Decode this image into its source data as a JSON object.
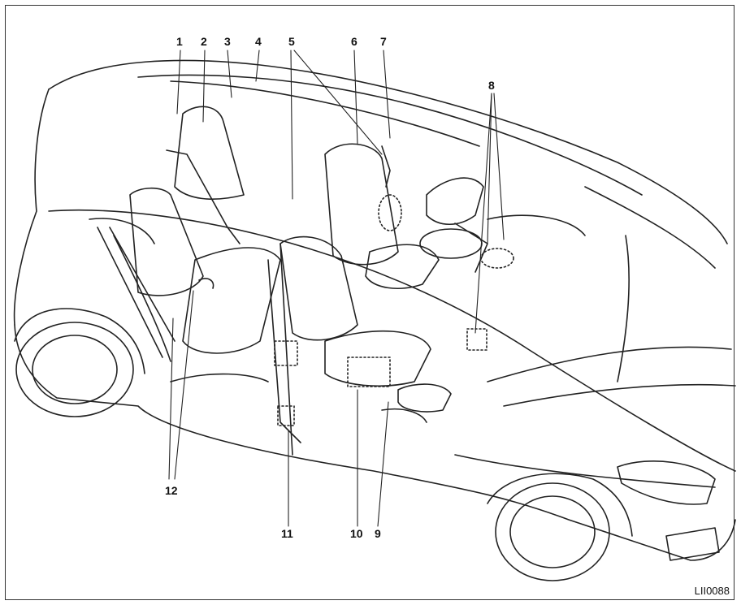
{
  "diagram": {
    "callouts": [
      {
        "id": "c1",
        "text": "1"
      },
      {
        "id": "c2",
        "text": "2"
      },
      {
        "id": "c3",
        "text": "3"
      },
      {
        "id": "c4",
        "text": "4"
      },
      {
        "id": "c5",
        "text": "5"
      },
      {
        "id": "c6",
        "text": "6"
      },
      {
        "id": "c7",
        "text": "7"
      },
      {
        "id": "c8",
        "text": "8"
      },
      {
        "id": "c9",
        "text": "9"
      },
      {
        "id": "c10",
        "text": "10"
      },
      {
        "id": "c11",
        "text": "11"
      },
      {
        "id": "c12",
        "text": "12"
      }
    ],
    "figure_code": "LII0088",
    "colors": {
      "line": "#222222",
      "light": "#888888",
      "background": "#ffffff"
    }
  }
}
